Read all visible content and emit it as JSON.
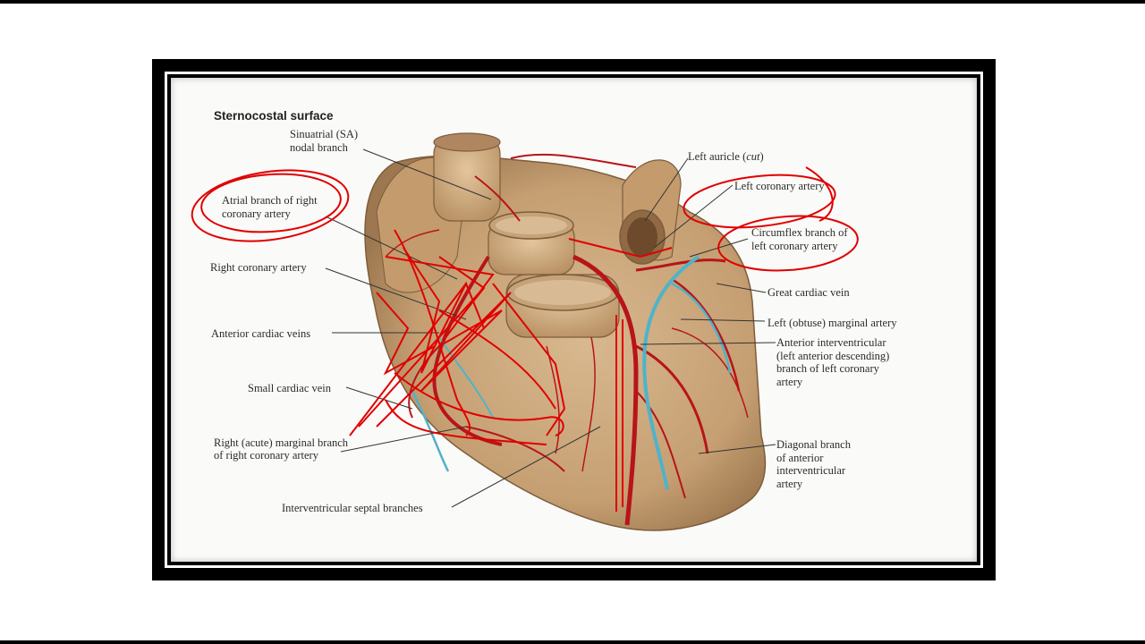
{
  "diagram": {
    "title": "Sternocostal surface",
    "labels": {
      "sa_nodal_line1": "Sinuatrial (SA)",
      "sa_nodal_line2": "nodal branch",
      "left_auricle_pre": "Left auricle (",
      "left_auricle_cut": "cut",
      "left_auricle_post": ")",
      "left_coronary_artery": "Left coronary artery",
      "atrial_branch_line1": "Atrial branch of right",
      "atrial_branch_line2": "coronary artery",
      "circumflex_line1": "Circumflex branch of",
      "circumflex_line2": "left coronary artery",
      "right_coronary_artery": "Right coronary artery",
      "great_cardiac_vein": "Great cardiac vein",
      "left_obtuse_marginal": "Left (obtuse) marginal artery",
      "anterior_cardiac_veins": "Anterior cardiac veins",
      "aiv_line1": "Anterior interventricular",
      "aiv_line2": "(left anterior descending)",
      "aiv_line3": "branch of left coronary",
      "aiv_line4": "artery",
      "small_cardiac_vein": "Small cardiac vein",
      "right_marginal_line1": "Right (acute) marginal branch",
      "right_marginal_line2": "of right coronary artery",
      "diagonal_line1": "Diagonal branch",
      "diagonal_line2": "of anterior",
      "diagonal_line3": "interventricular",
      "diagonal_line4": "artery",
      "septal_branches": "Interventricular septal branches"
    },
    "colors": {
      "heart": "#c9a57a",
      "heart_shade": "#a9845a",
      "artery": "#b8141a",
      "vein": "#4fb3c9",
      "ink": "#e00000"
    }
  }
}
